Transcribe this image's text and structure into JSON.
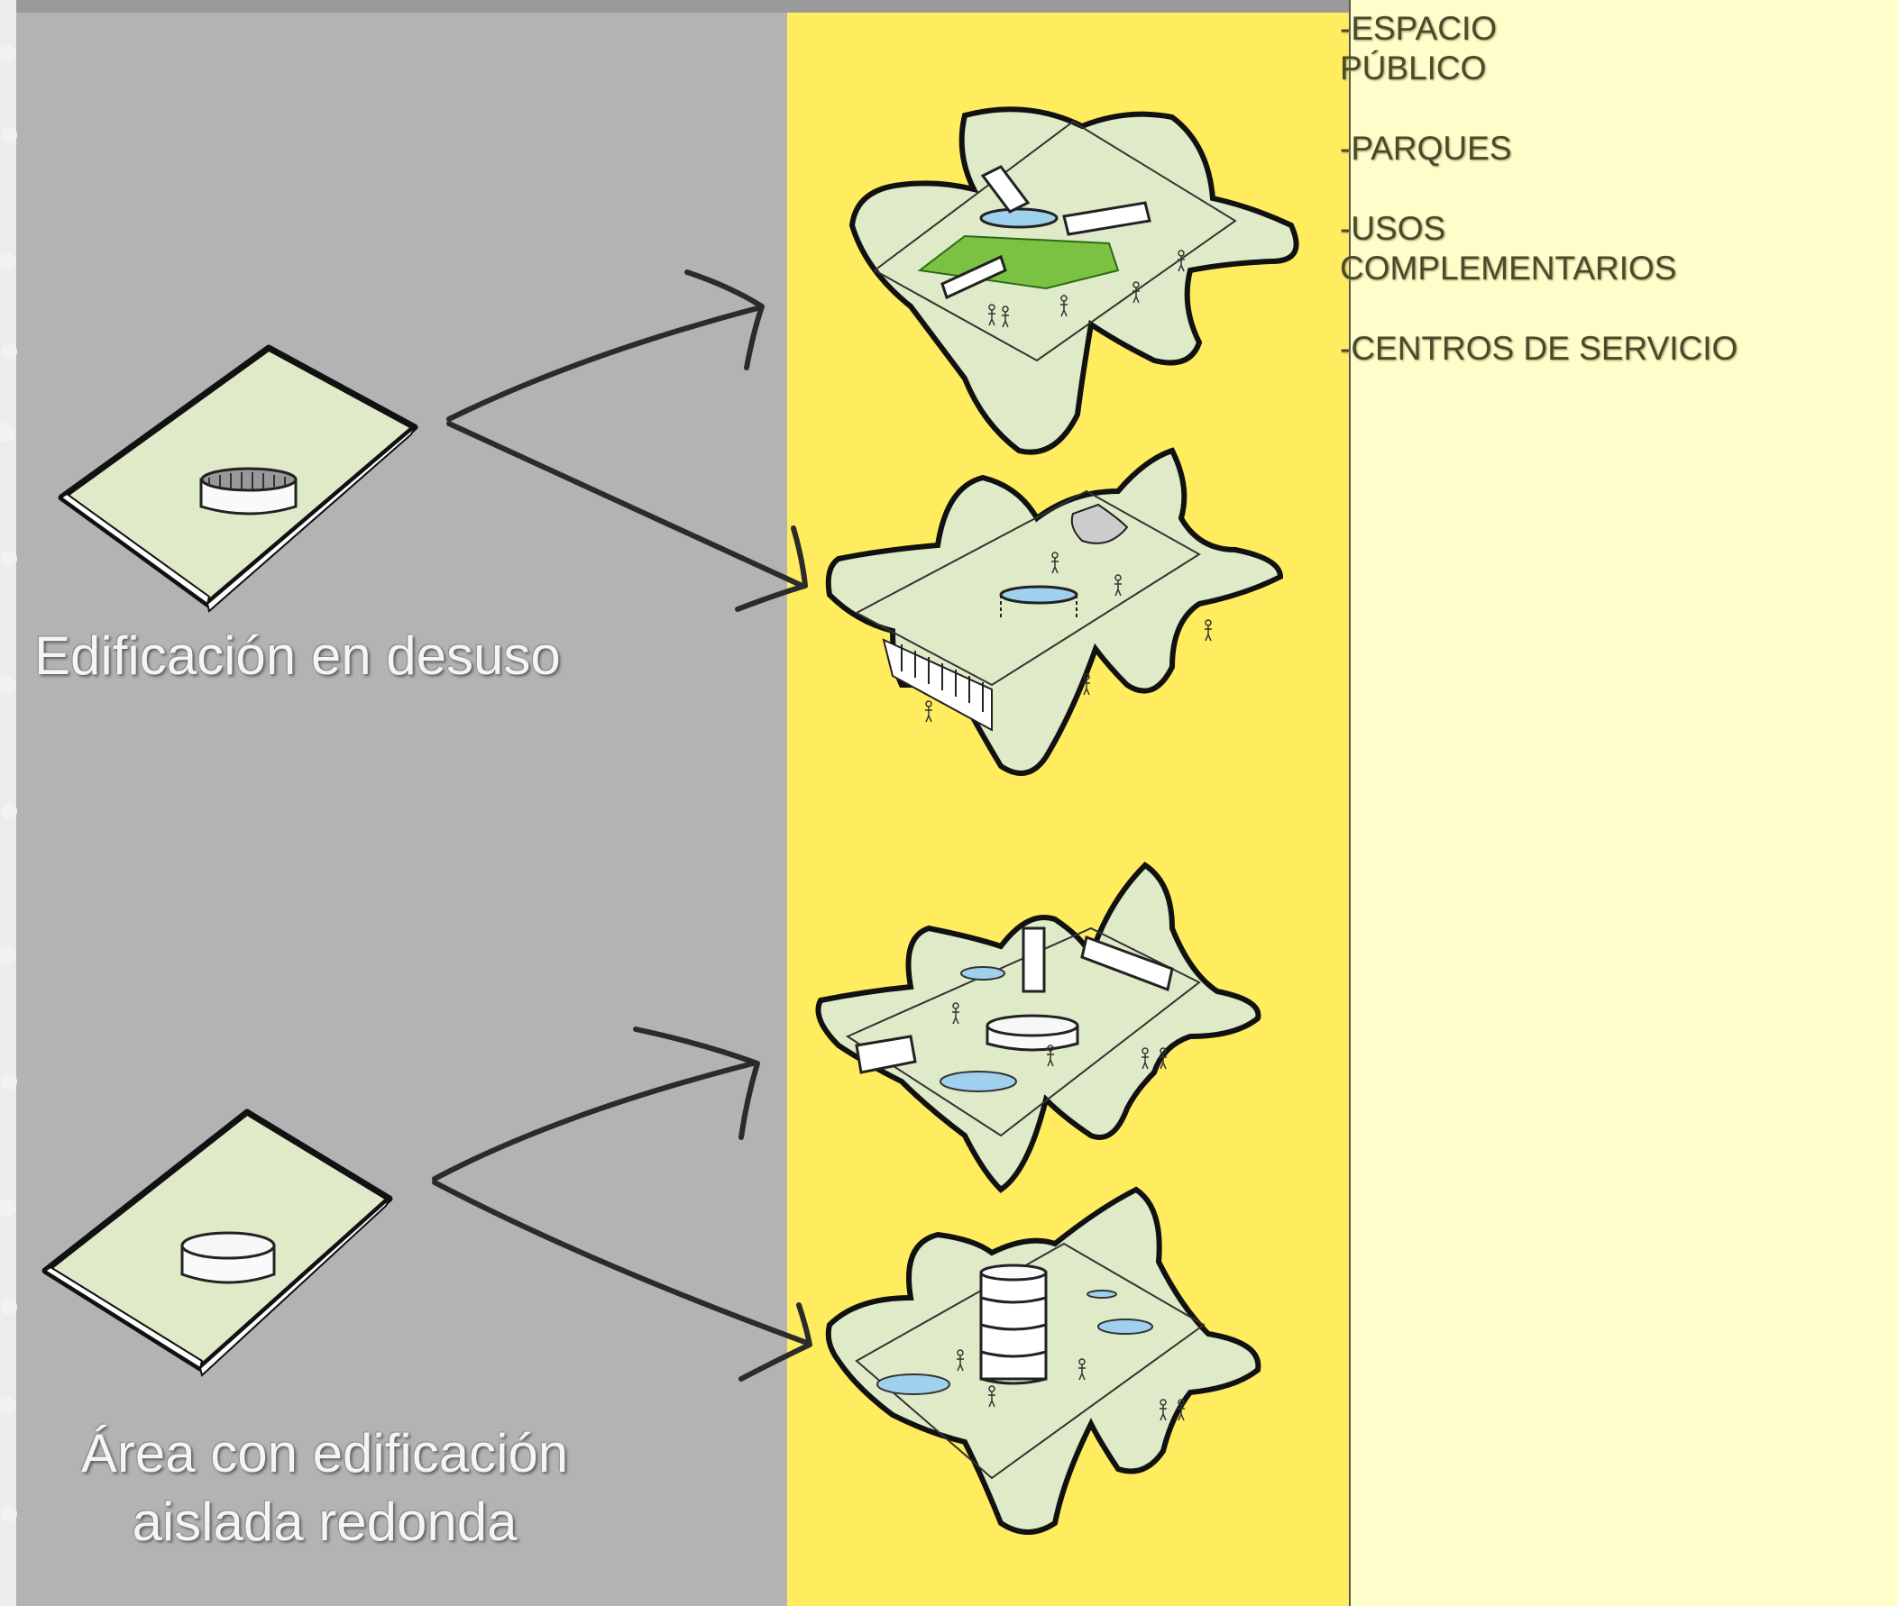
{
  "captions": {
    "disused_building": "Edificación en desuso",
    "isolated_round_line1": "Área con edificación",
    "isolated_round_line2": "aislada redonda"
  },
  "uses_list": [
    "-ESPACIO\nPÚBLICO",
    "-PARQUES",
    "-USOS\nCOMPLEMENTARIOS",
    "-CENTROS DE SERVICIO"
  ],
  "colors": {
    "gray_panel": "#b3b3b3",
    "yellow_panel": "#ffed5f",
    "cream_panel": "#fffdc9",
    "site_green": "#dfeac8",
    "water_blue": "#9fd0ee",
    "accent_green": "#7cc242"
  },
  "icons": {
    "site_plate": "isometric-site-plate",
    "round_building": "cylinder-building",
    "arrow": "hand-drawn-arrow",
    "blob_site": "organic-site-sketch"
  }
}
